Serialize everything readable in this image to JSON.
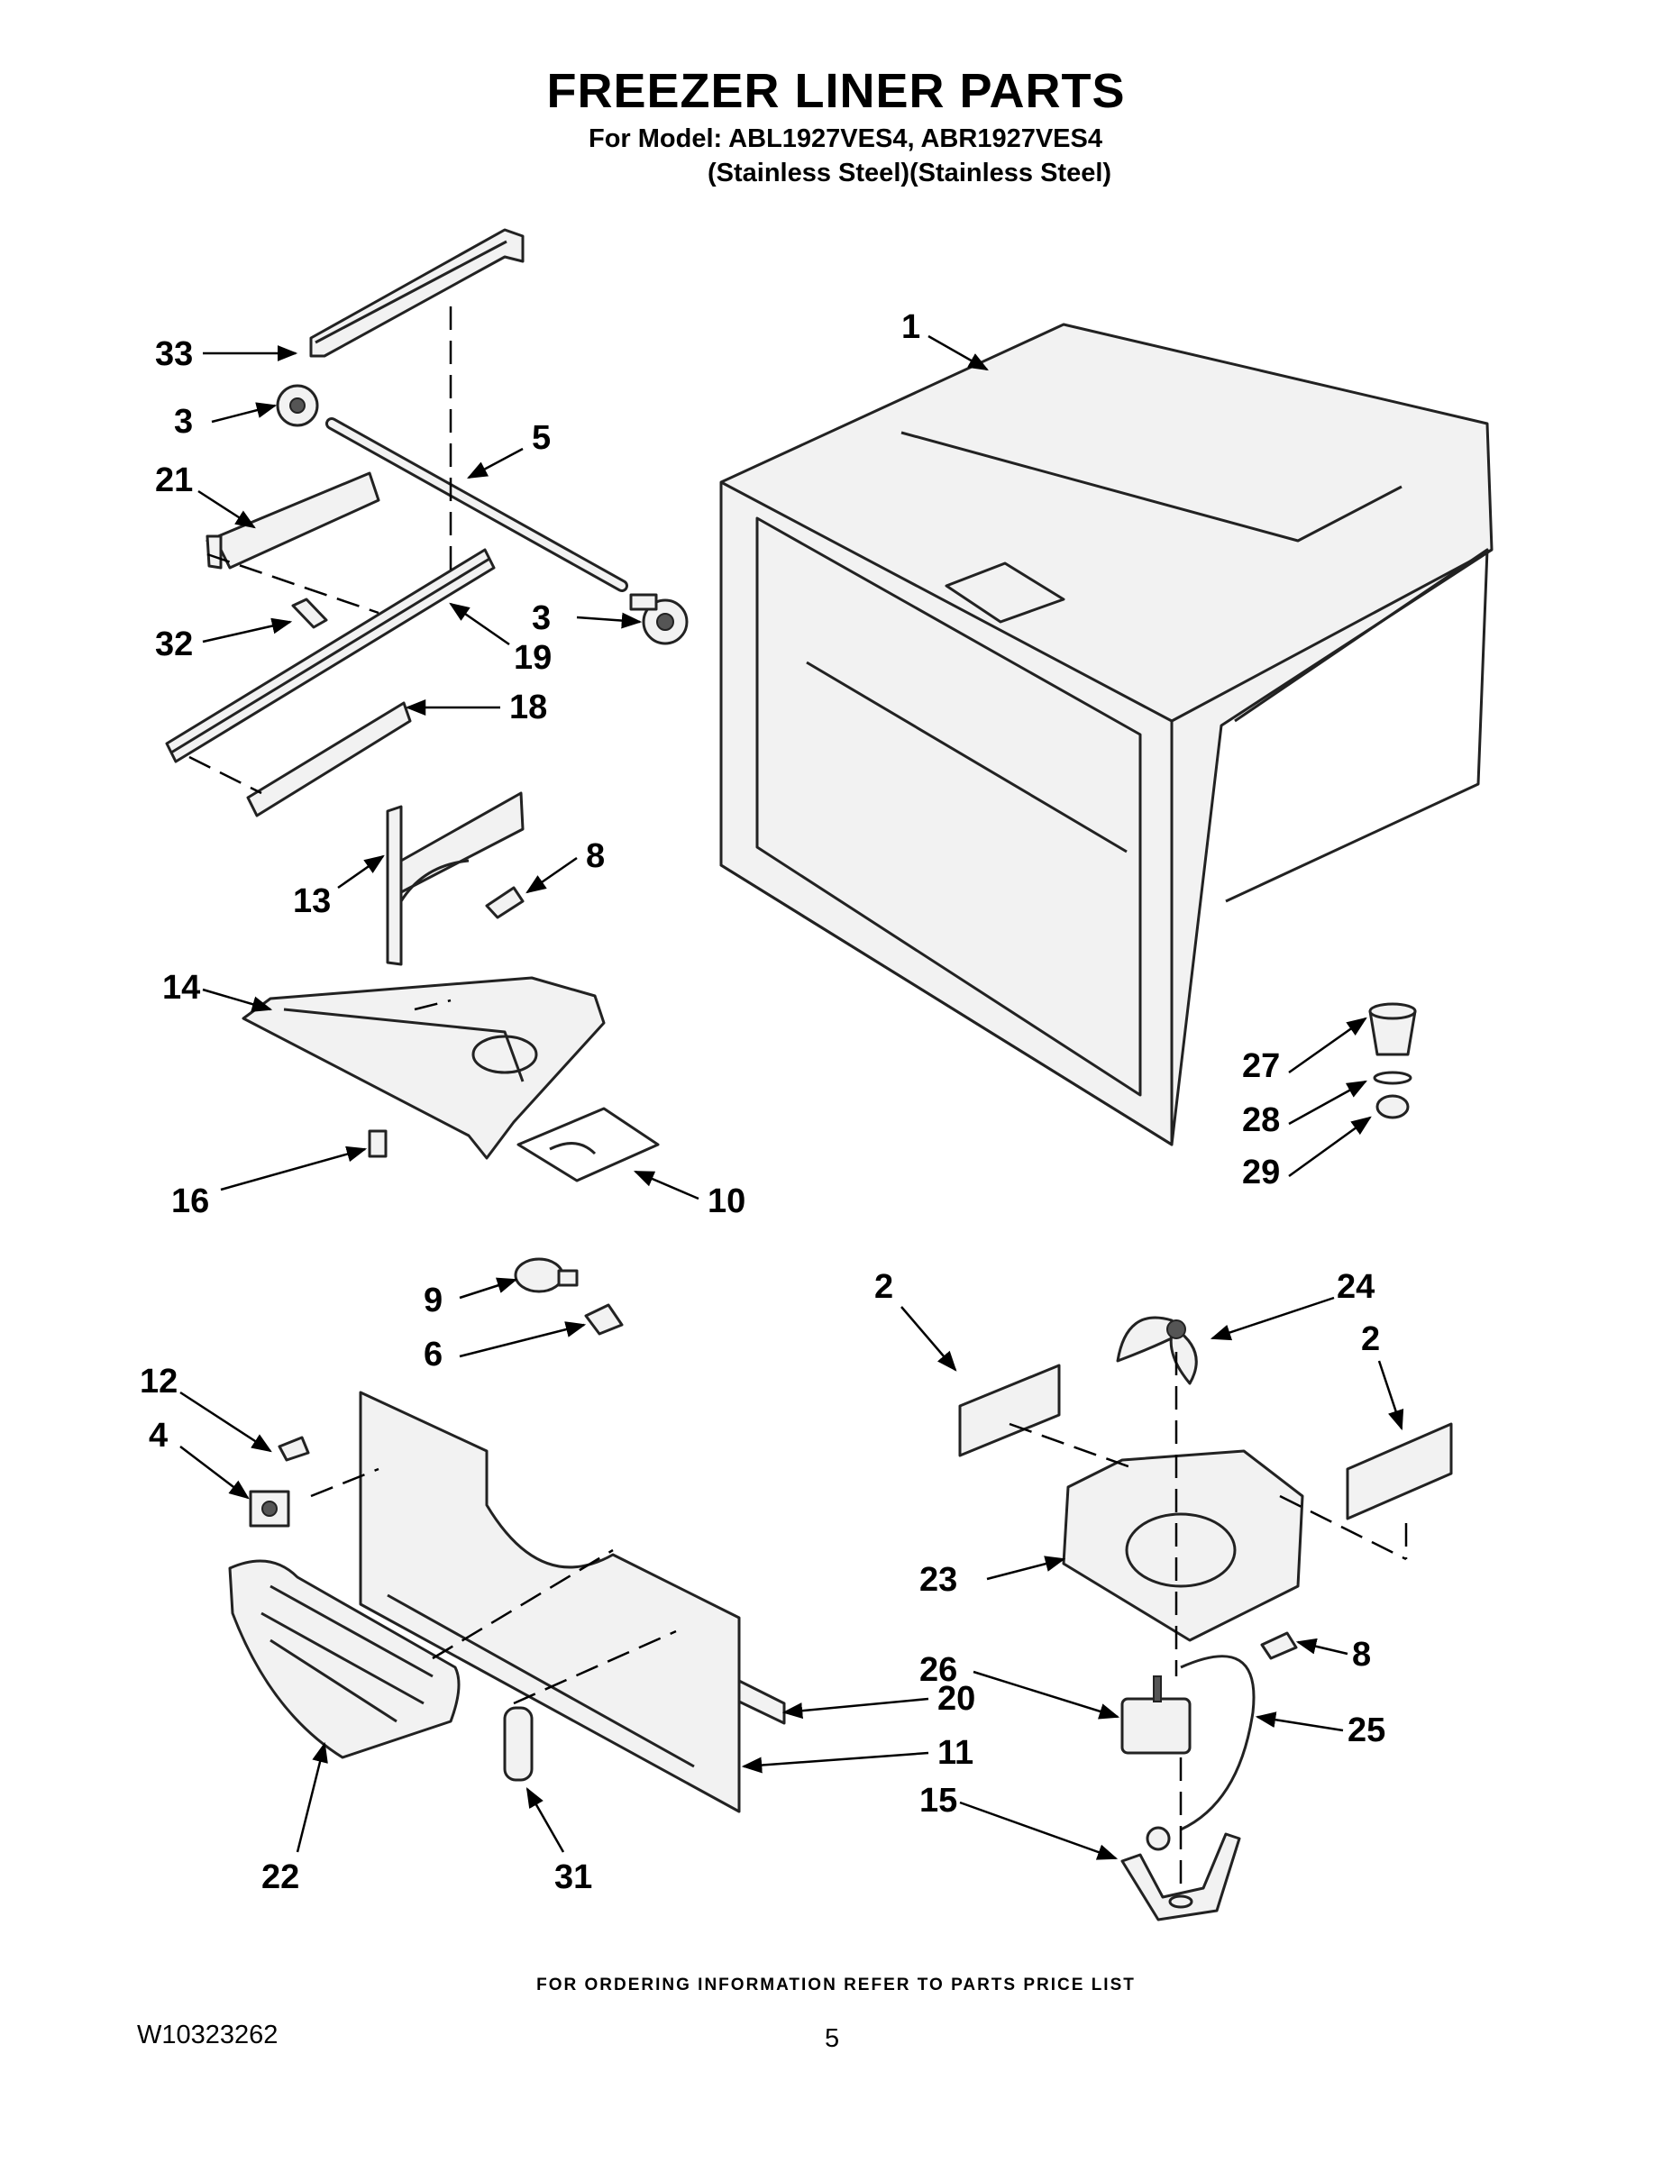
{
  "header": {
    "title": "FREEZER LINER PARTS",
    "model_line": "For Model: ABL1927VES4, ABR1927VES4",
    "finish_line": "(Stainless Steel)(Stainless Steel)"
  },
  "callouts": [
    "33",
    "3",
    "5",
    "21",
    "32",
    "19",
    "3",
    "18",
    "13",
    "8",
    "14",
    "16",
    "10",
    "1",
    "27",
    "28",
    "29",
    "9",
    "6",
    "12",
    "4",
    "2",
    "24",
    "2",
    "23",
    "26",
    "8",
    "25",
    "20",
    "11",
    "15",
    "22",
    "31"
  ],
  "footer": {
    "ordering_note": "FOR ORDERING INFORMATION REFER TO PARTS PRICE LIST",
    "document_number": "W10323262",
    "page_number": "5"
  }
}
